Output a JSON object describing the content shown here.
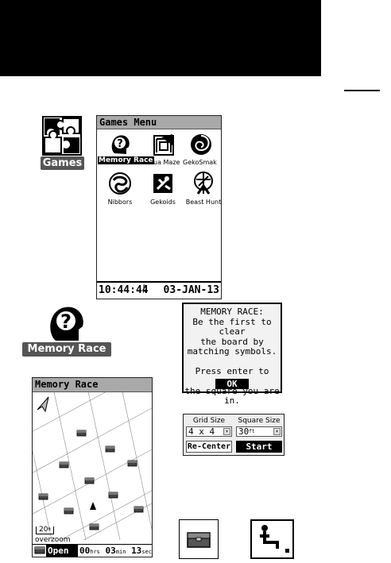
{
  "games_icon": {
    "label": "Games"
  },
  "games_menu": {
    "title": "Games Menu",
    "items": [
      {
        "label": "Memory Race",
        "icon": "memory-race-icon",
        "selected": true
      },
      {
        "label": "ua Maze",
        "icon": "virtua-maze-icon"
      },
      {
        "label": "GekoSmak",
        "icon": "gekosmak-icon"
      },
      {
        "label": "Nibbors",
        "icon": "nibbors-icon"
      },
      {
        "label": "Gekoids",
        "icon": "gekoids-icon"
      },
      {
        "label": "Beast Hunt",
        "icon": "beast-hunt-icon"
      }
    ],
    "time": "10:44:44",
    "time_suffix": "P\nM",
    "date": "03-JAN-13"
  },
  "memory_race_logo": {
    "label": "Memory Race"
  },
  "instructions_dialog": {
    "lines": [
      "MEMORY RACE:",
      "Be the first to clear",
      "the board by",
      "matching symbols.",
      "",
      "Press enter to open",
      "the square you are in."
    ],
    "ok_label": "OK"
  },
  "game_screen": {
    "title": "Memory Race",
    "scale": "20",
    "scale_unit": "ft",
    "overzoom": "overzoom",
    "status": "Open",
    "hrs": "00",
    "hrs_label": "hrs",
    "min": "03",
    "min_label": "min",
    "sec": "13",
    "sec_label": "sec"
  },
  "setup_panel": {
    "grid_size_label": "Grid Size",
    "square_size_label": "Square Size",
    "grid_size_value": "4 x 4",
    "square_size_value": "30",
    "recenter_label": "Re-Center",
    "start_label": "Start"
  },
  "icons": {
    "closed_square": "treasure-chest-icon",
    "open_square": "stick-figure-icon"
  }
}
